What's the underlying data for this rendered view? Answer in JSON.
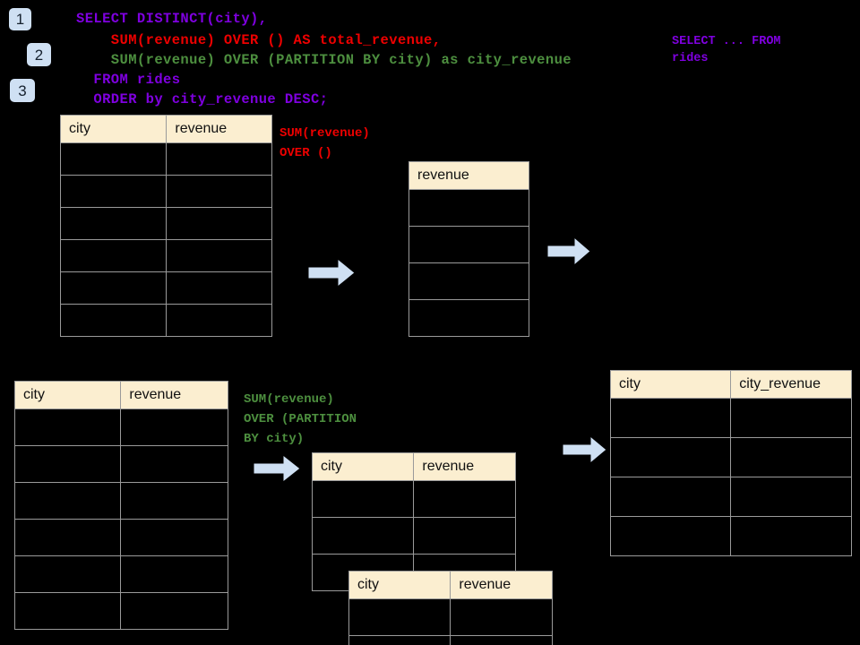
{
  "page": {
    "background": "#000000",
    "title": "SQL window function diagram"
  },
  "palette": {
    "badge_bg": "#cfe0f3",
    "badge_text": "#16212e",
    "header_bg": "#fbeed0",
    "grid_border": "#9a9a9a",
    "purple": "#7f00e0",
    "red": "#ee0000",
    "green": "#4d8f3f",
    "arrow_fill": "#cfe0f3",
    "arrow_stroke": "#000000"
  },
  "badges": [
    {
      "id": "1",
      "label": "1"
    },
    {
      "id": "2",
      "label": "2"
    },
    {
      "id": "3",
      "label": "3"
    }
  ],
  "query": {
    "lines": [
      {
        "color": "purple",
        "text": "SELECT DISTINCT(city),"
      },
      {
        "color": "red",
        "text": "    SUM(revenue) OVER () AS total_revenue,"
      },
      {
        "color": "green",
        "text": "    SUM(revenue) OVER (PARTITION BY city) as city_revenue"
      },
      {
        "color": "purple",
        "text": "  FROM rides"
      },
      {
        "color": "purple",
        "text": "  ORDER by city_revenue DESC;"
      }
    ],
    "line_select": "SELECT DISTINCT(city),",
    "line_total_revenue": "    SUM(revenue) OVER () AS total_revenue,",
    "line_city_revenue": "    SUM(revenue) OVER (PARTITION BY city) as city_revenue",
    "line_from": "  FROM rides",
    "line_order": "  ORDER by city_revenue DESC;"
  },
  "notes": {
    "source_query": "SELECT ... FROM\nrides",
    "sum_over_empty": "SUM(revenue)\nOVER ()",
    "sum_over_partition": "SUM(revenue)\nOVER (PARTITION\nBY city)"
  },
  "tables": {
    "source_top": {
      "name": "rides-source-top",
      "columns": [
        "city",
        "revenue"
      ],
      "body_rows": 6
    },
    "total_revenue": {
      "name": "total-revenue",
      "columns": [
        "revenue"
      ],
      "body_rows": 4
    },
    "source_bottom": {
      "name": "rides-source-bottom",
      "columns": [
        "city",
        "revenue"
      ],
      "body_rows": 6
    },
    "partition_back": {
      "name": "partition-group-back",
      "columns": [
        "city",
        "revenue"
      ],
      "body_rows": 3
    },
    "partition_front": {
      "name": "partition-group-front",
      "columns": [
        "city",
        "revenue"
      ],
      "body_rows": 2
    },
    "result": {
      "name": "final-result",
      "columns": [
        "city",
        "city_revenue"
      ],
      "body_rows": 4
    }
  },
  "arrows": [
    {
      "id": "arrow-top-left",
      "direction": "right"
    },
    {
      "id": "arrow-top-right",
      "direction": "right"
    },
    {
      "id": "arrow-bottom-left",
      "direction": "right"
    },
    {
      "id": "arrow-bottom-right",
      "direction": "right"
    }
  ]
}
